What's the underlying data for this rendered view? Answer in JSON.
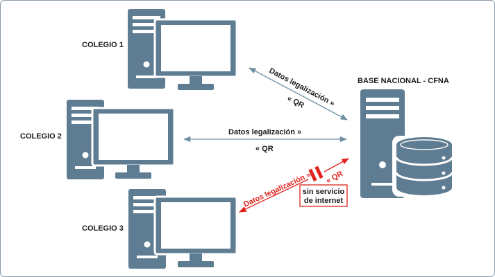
{
  "colors": {
    "device": "#5f7d92",
    "device_light": "#ffffff",
    "link": "#6d8fa3",
    "broken": "#e0201b",
    "text": "#1a1a1a"
  },
  "nodes": {
    "colegio1": {
      "label": "COLEGIO 1",
      "icon": "desktop-computer-icon"
    },
    "colegio2": {
      "label": "COLEGIO 2",
      "icon": "desktop-computer-icon"
    },
    "colegio3": {
      "label": "COLEGIO 3",
      "icon": "desktop-computer-icon"
    },
    "base": {
      "label": "BASE NACIONAL - CFNA",
      "icon": "database-server-icon"
    }
  },
  "links": {
    "c1": {
      "forward": "Datos legalización »",
      "backward": "« QR"
    },
    "c2": {
      "forward": "Datos legalización »",
      "backward": "« QR"
    },
    "c3": {
      "forward": "Datos legalización »",
      "backward": "« QR",
      "status_line1": "sin servicio",
      "status_line2": "de internet",
      "icon": "broken-link-icon"
    }
  }
}
